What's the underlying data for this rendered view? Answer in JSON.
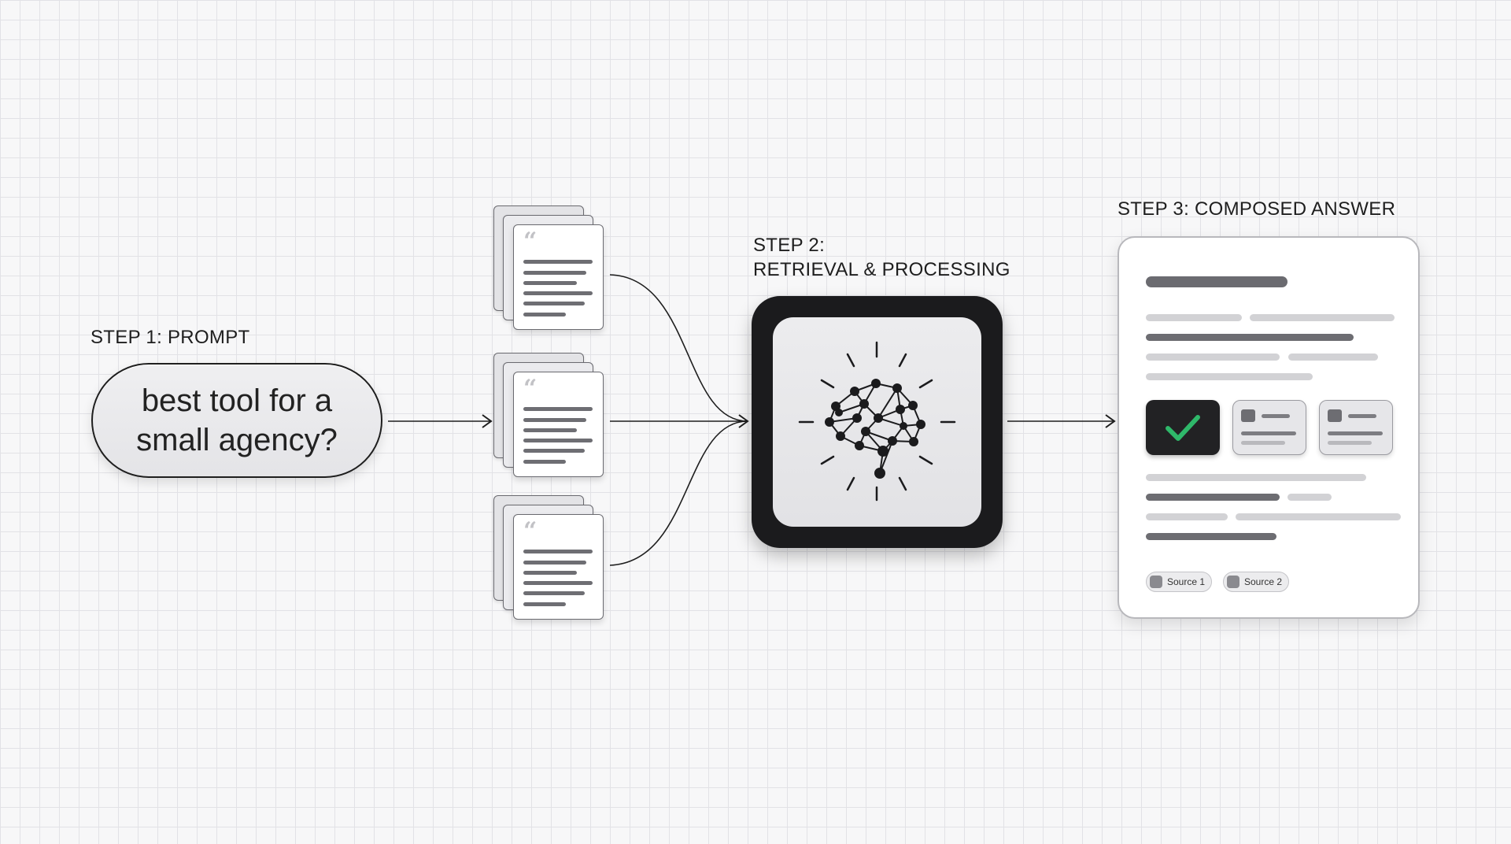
{
  "steps": {
    "step1_label": "STEP 1: PROMPT",
    "step2_label_line1": "STEP 2:",
    "step2_label_line2": "RETRIEVAL & PROCESSING",
    "step3_label": "STEP 3: COMPOSED ANSWER"
  },
  "prompt": {
    "text": "best tool for a small agency?"
  },
  "documents": {
    "quote_glyph": "“",
    "count": 3,
    "icon": "quote-document-icon"
  },
  "processing": {
    "icon": "brain-network-icon"
  },
  "answer": {
    "check_icon": "checkmark-icon",
    "check_color": "#2fb86a",
    "source_link_icon": "link-icon",
    "sources": [
      "Source 1",
      "Source 2"
    ]
  },
  "colors": {
    "ink": "#1e1e1e",
    "grid": "#e2e2e6",
    "background": "#f7f7f8",
    "processing_frame": "#1b1b1d"
  }
}
